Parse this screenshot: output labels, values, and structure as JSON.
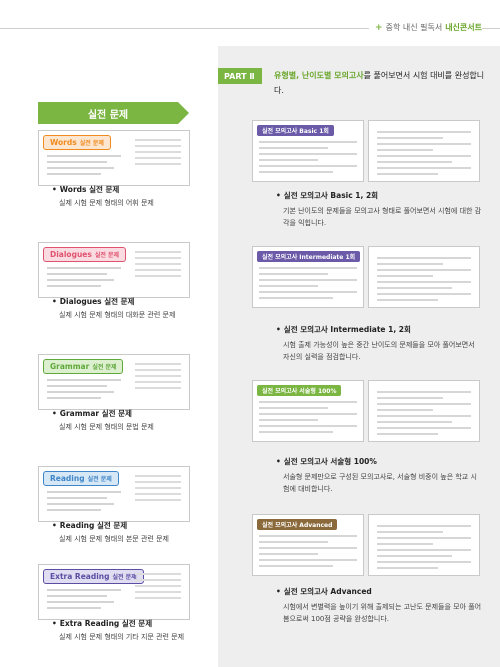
{
  "header": {
    "brand_prefix": "중학 내신 필독서",
    "brand_highlight": "내신콘서트"
  },
  "left": {
    "section_title": "실전 문제",
    "items": [
      {
        "tab": "Words",
        "tab_suffix": "실전 문제",
        "title": "Words 실전 문제",
        "desc": "실제 시험 문제 형태의 어휘 문제"
      },
      {
        "tab": "Dialogues",
        "tab_suffix": "실전 문제",
        "title": "Dialogues 실전 문제",
        "desc": "실제 시험 문제 형태의 대화문 관련 문제"
      },
      {
        "tab": "Grammar",
        "tab_suffix": "실전 문제",
        "title": "Grammar 실전 문제",
        "desc": "실제 시험 문제 형태의 문법 문제"
      },
      {
        "tab": "Reading",
        "tab_suffix": "실전 문제",
        "title": "Reading 실전 문제",
        "desc": "실제 시험 문제 형태의 본문 관련 문제"
      },
      {
        "tab": "Extra Reading",
        "tab_suffix": "실전 문제",
        "title": "Extra Reading 실전 문제",
        "desc": "실제 시험 문제 형태의 기타 지문 관련 문제"
      }
    ]
  },
  "right": {
    "part_label": "PART Ⅱ",
    "heading_highlight": "유형별, 난이도별 모의고사",
    "heading_rest": "를 풀어보면서 시험 대비를 완성합니다.",
    "items": [
      {
        "label": "실전 모의고사 Basic 1회",
        "title": "실전 모의고사 Basic 1, 2회",
        "desc": "기본 난이도의 문제들을 모의고사 형태로 풀어보면서 시험에 대한 감각을 익힙니다."
      },
      {
        "label": "실전 모의고사 Intermediate 1회",
        "title": "실전 모의고사 Intermediate 1, 2회",
        "desc": "시험 출제 가능성이 높은 중간 난이도의 문제들을 모아 풀어보면서 자신의 실력을 점검합니다."
      },
      {
        "label": "실전 모의고사 서술형 100%",
        "title": "실전 모의고사 서술형 100%",
        "desc": "서술형 문제만으로 구성된 모의고사로, 서술형 비중이 높은 학교 시험에 대비합니다."
      },
      {
        "label": "실전 모의고사 Advanced",
        "title": "실전 모의고사 Advanced",
        "desc": "시험에서 변별력을 높이기 위해 출제되는 고난도 문제들을 모아 풀어봄으로써 100점 공략을 완성합니다."
      }
    ]
  },
  "colors": {
    "accent_green": "#7bb542",
    "words_orange": "#f08a1e",
    "dialogues_pink": "#e0536f",
    "grammar_green": "#5fa83a",
    "reading_blue": "#3f86c8",
    "extra_purple": "#5a4ea3",
    "mock_purple": "#6a5aa8",
    "mock_brown": "#8a6a3a"
  }
}
